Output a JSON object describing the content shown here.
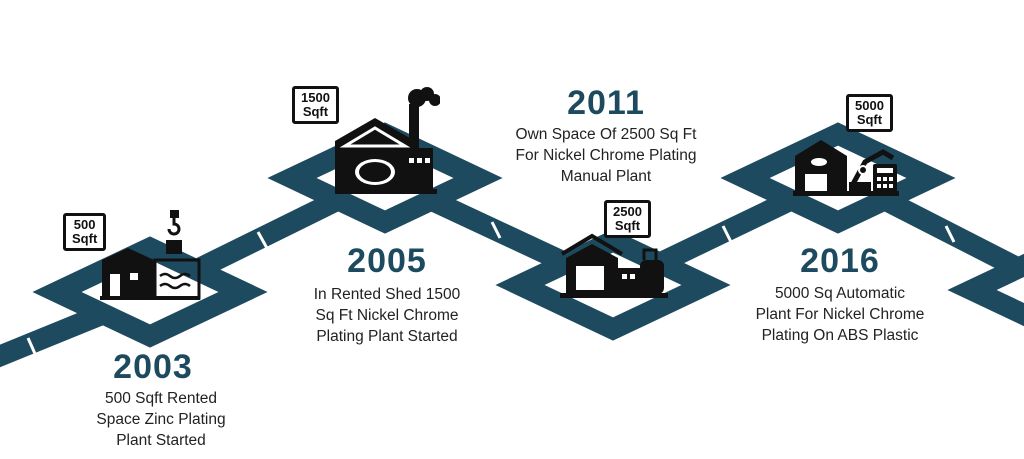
{
  "accent_color": "#1d4a5e",
  "milestones": [
    {
      "year": "2003",
      "desc": [
        "500 Sqft Rented",
        "Space Zinc Plating",
        "Plant Started"
      ],
      "area": [
        "500",
        "Sqft"
      ],
      "icon": "house-plating-tank-icon"
    },
    {
      "year": "2005",
      "desc": [
        "In Rented Shed 1500",
        "Sq Ft Nickel Chrome",
        "Plating Plant Started"
      ],
      "area": [
        "1500",
        "Sqft"
      ],
      "icon": "factory-tank-icon"
    },
    {
      "year": "2011",
      "desc": [
        "Own Space Of 2500 Sq Ft",
        "For Nickel Chrome Plating",
        "Manual Plant"
      ],
      "area": [
        "2500",
        "Sqft"
      ],
      "icon": "warehouse-icon"
    },
    {
      "year": "2016",
      "desc": [
        "5000 Sq Automatic",
        "Plant For Nickel Chrome",
        "Plating On ABS Plastic"
      ],
      "area": [
        "5000",
        "Sqft"
      ],
      "icon": "automated-factory-robot-icon"
    }
  ]
}
